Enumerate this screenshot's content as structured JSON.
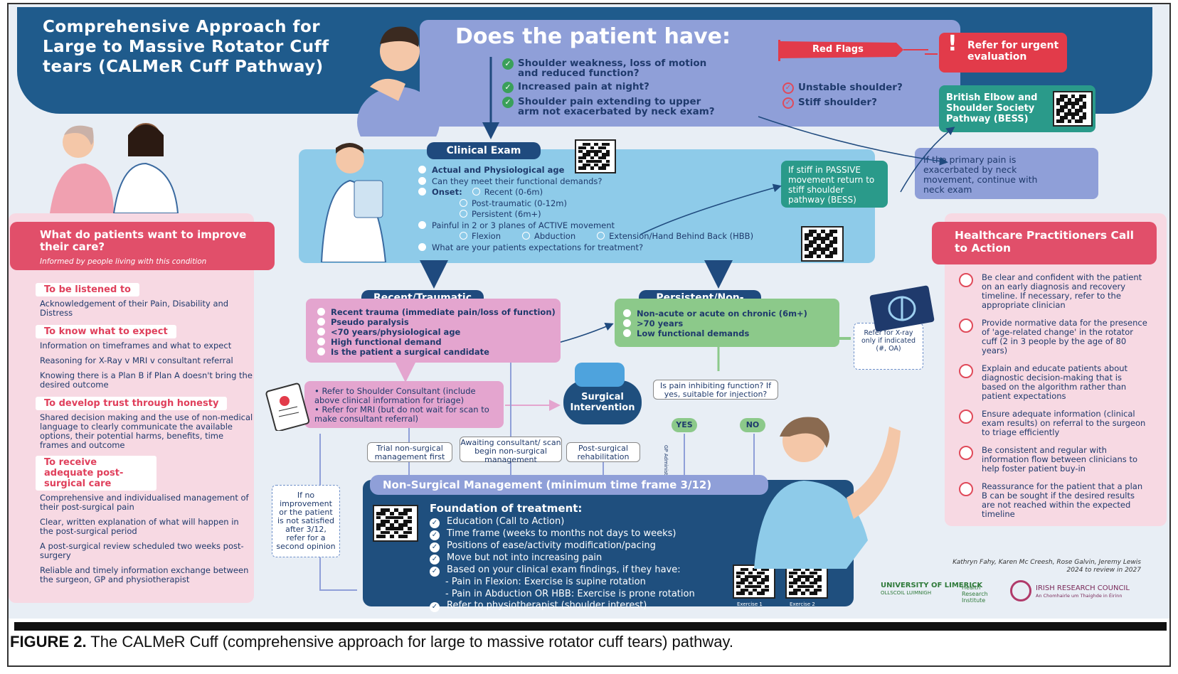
{
  "title": "Comprehensive Approach for Large to Massive Rotator Cuff tears (CALMeR Cuff Pathway)",
  "question": {
    "heading": "Does the patient have:",
    "items": [
      "Shoulder weakness, loss of motion and reduced function?",
      "Increased pain at night?",
      "Shoulder pain extending to upper arm not exacerbated by neck exam?"
    ],
    "red_flags_label": "Red Flags",
    "red_items": [
      "Unstable shoulder?",
      "Stiff shoulder?"
    ],
    "urgent": "Refer for urgent evaluation",
    "bess": "British Elbow and Shoulder Society Pathway (BESS)",
    "neck": "If the primary pain is exacerbated by neck movement, continue with neck exam"
  },
  "clinical": {
    "label": "Clinical Exam",
    "items": [
      "Actual and Physiological age",
      "Can they meet their functional demands?",
      "Onset:",
      "Painful in 2 or 3 planes of ACTIVE movement",
      "What are your patients expectations for treatment?"
    ],
    "onset": [
      "Recent (0-6m)",
      "Post-traumatic (0-12m)",
      "Persistent (6m+)"
    ],
    "planes": [
      "Flexion",
      "Abduction",
      "Extension/Hand Behind Back (HBB)"
    ],
    "stiff_note": "If stiff in PASSIVE movement return to stiff shoulder pathway (BESS)"
  },
  "recent": {
    "label": "Recent/Traumatic",
    "items": [
      "Recent trauma (immediate pain/loss of function)",
      "Pseudo paralysis",
      "<70 years/physiological age",
      "High functional demand",
      "Is the patient a surgical candidate"
    ],
    "refer": [
      "Refer to Shoulder Consultant (include above clinical information for triage)",
      "Refer for MRI (but do not wait for scan to make consultant referral)"
    ]
  },
  "persistent": {
    "label": "Persistent/Non-surgical",
    "items": [
      "Non-acute or acute on chronic (6m+)",
      ">70 years",
      "Low functional demands"
    ],
    "xray": "Refer for X-ray only if indicated (#, OA)",
    "injection_q": "Is pain inhibiting function? If yes, suitable for injection?",
    "yes": "YES",
    "no": "NO",
    "gp": "GP Administered"
  },
  "surgical": "Surgical Intervention",
  "small_boxes": [
    "Trial non-surgical management first",
    "Awaiting consultant/ scan begin non-surgical management",
    "Post-surgical rehabilitation"
  ],
  "no_improve": "If no improvement or the patient is not satisfied after 3/12, refer for a second opinion",
  "nonsurgical": {
    "bar": "Non-Surgical Management (minimum time frame 3/12)",
    "foundation": "Foundation of treatment:",
    "items": [
      "Education (Call to Action)",
      "Time frame (weeks to months not days to weeks)",
      "Positions of ease/activity modification/pacing",
      "Move but not into increasing pain",
      "Based on your clinical exam findings, if they have:",
      "Refer to physiotherapist (shoulder interest)"
    ],
    "sub": [
      "Pain in Flexion: Exercise is supine rotation",
      "Pain in Abduction OR HBB: Exercise is prone rotation"
    ],
    "qr_labels": [
      "Exercise 1",
      "Exercise 2"
    ]
  },
  "patients": {
    "heading": "What do patients want to improve their care?",
    "sub": "Informed by people living with this condition",
    "sections": [
      {
        "tag": "To be listened to",
        "texts": [
          "Acknowledgement of their Pain, Disability and Distress"
        ]
      },
      {
        "tag": "To know what to expect",
        "texts": [
          "Information on timeframes and what to expect",
          "Reasoning for X-Ray v MRI v consultant referral",
          "Knowing there is a Plan B if Plan A doesn't bring the desired outcome"
        ]
      },
      {
        "tag": "To develop trust through honesty",
        "texts": [
          "Shared decision making and the use of non-medical language to clearly communicate the available options, their potential harms, benefits, time frames and outcome"
        ]
      },
      {
        "tag": "To receive adequate post-surgical care",
        "texts": [
          "Comprehensive and individualised management of their post-surgical pain",
          "Clear, written explanation of what will happen in the post-surgical period",
          "A post-surgical review scheduled two weeks post-surgery",
          "Reliable and timely information exchange between the surgeon, GP and physiotherapist"
        ]
      }
    ]
  },
  "hp": {
    "heading": "Healthcare Practitioners Call to Action",
    "items": [
      "Be clear and confident with the patient on an early diagnosis and recovery timeline. If necessary, refer to the appropriate clinician",
      "Provide normative data for the presence of 'age-related change' in the rotator cuff (2 in 3 people by the age of 80 years)",
      "Explain and educate patients about diagnostic decision-making that is based on the algorithm rather than patient expectations",
      "Ensure adequate information (clinical exam results) on referral to the surgeon to triage efficiently",
      "Be consistent and regular with information flow between clinicians to help foster patient buy-in",
      "Reassurance for the patient that a plan B can be sought if the desired results are not reached within the expected timeline"
    ]
  },
  "credits": [
    "Kathryn Fahy, Karen Mc Creesh, Rose Galvin, Jeremy Lewis",
    "2024 to review in 2027"
  ],
  "logos": {
    "ul": "UNIVERSITY OF LIMERICK",
    "ul_sub": "OLLSCOIL LUIMNIGH",
    "hri": "Health Research Institute",
    "irc": "IRISH RESEARCH COUNCIL",
    "irc_sub": "An Chomhairle um Thaighde in Éirinn"
  },
  "caption": {
    "label": "FIGURE 2.",
    "text": " The CALMeR Cuff (comprehensive approach for large to massive rotator cuff tears) pathway."
  },
  "colors": {
    "navy": "#1f5b8c",
    "pink": "#e14f6a",
    "teal": "#2a9a8a",
    "lilac": "#8f9fd8",
    "sky": "#8ecbe9",
    "green": "#8cc98a"
  }
}
